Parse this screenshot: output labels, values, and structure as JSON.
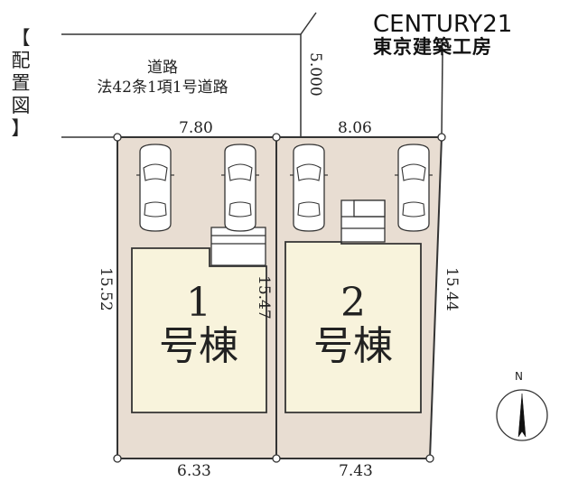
{
  "header": {
    "side_label": [
      "【",
      "配",
      "置",
      "図",
      "】"
    ],
    "brand_name": "CENTURY21",
    "brand_sub": "東京建築工房"
  },
  "road": {
    "line1": "道路",
    "line2": "法42条1項1号道路",
    "width": "5.000"
  },
  "dimensions": {
    "top_left": "7.80",
    "top_right": "8.06",
    "bottom_left": "6.33",
    "bottom_right": "7.43",
    "left_side": "15.52",
    "middle": "15.47",
    "right_side": "15.44"
  },
  "lots": [
    {
      "number": "1",
      "suffix": "号棟"
    },
    {
      "number": "2",
      "suffix": "号棟"
    }
  ],
  "compass": {
    "label": "N"
  },
  "colors": {
    "lot_fill": "#e8ddd2",
    "building_fill": "#f8f3dc",
    "line": "#333333"
  }
}
